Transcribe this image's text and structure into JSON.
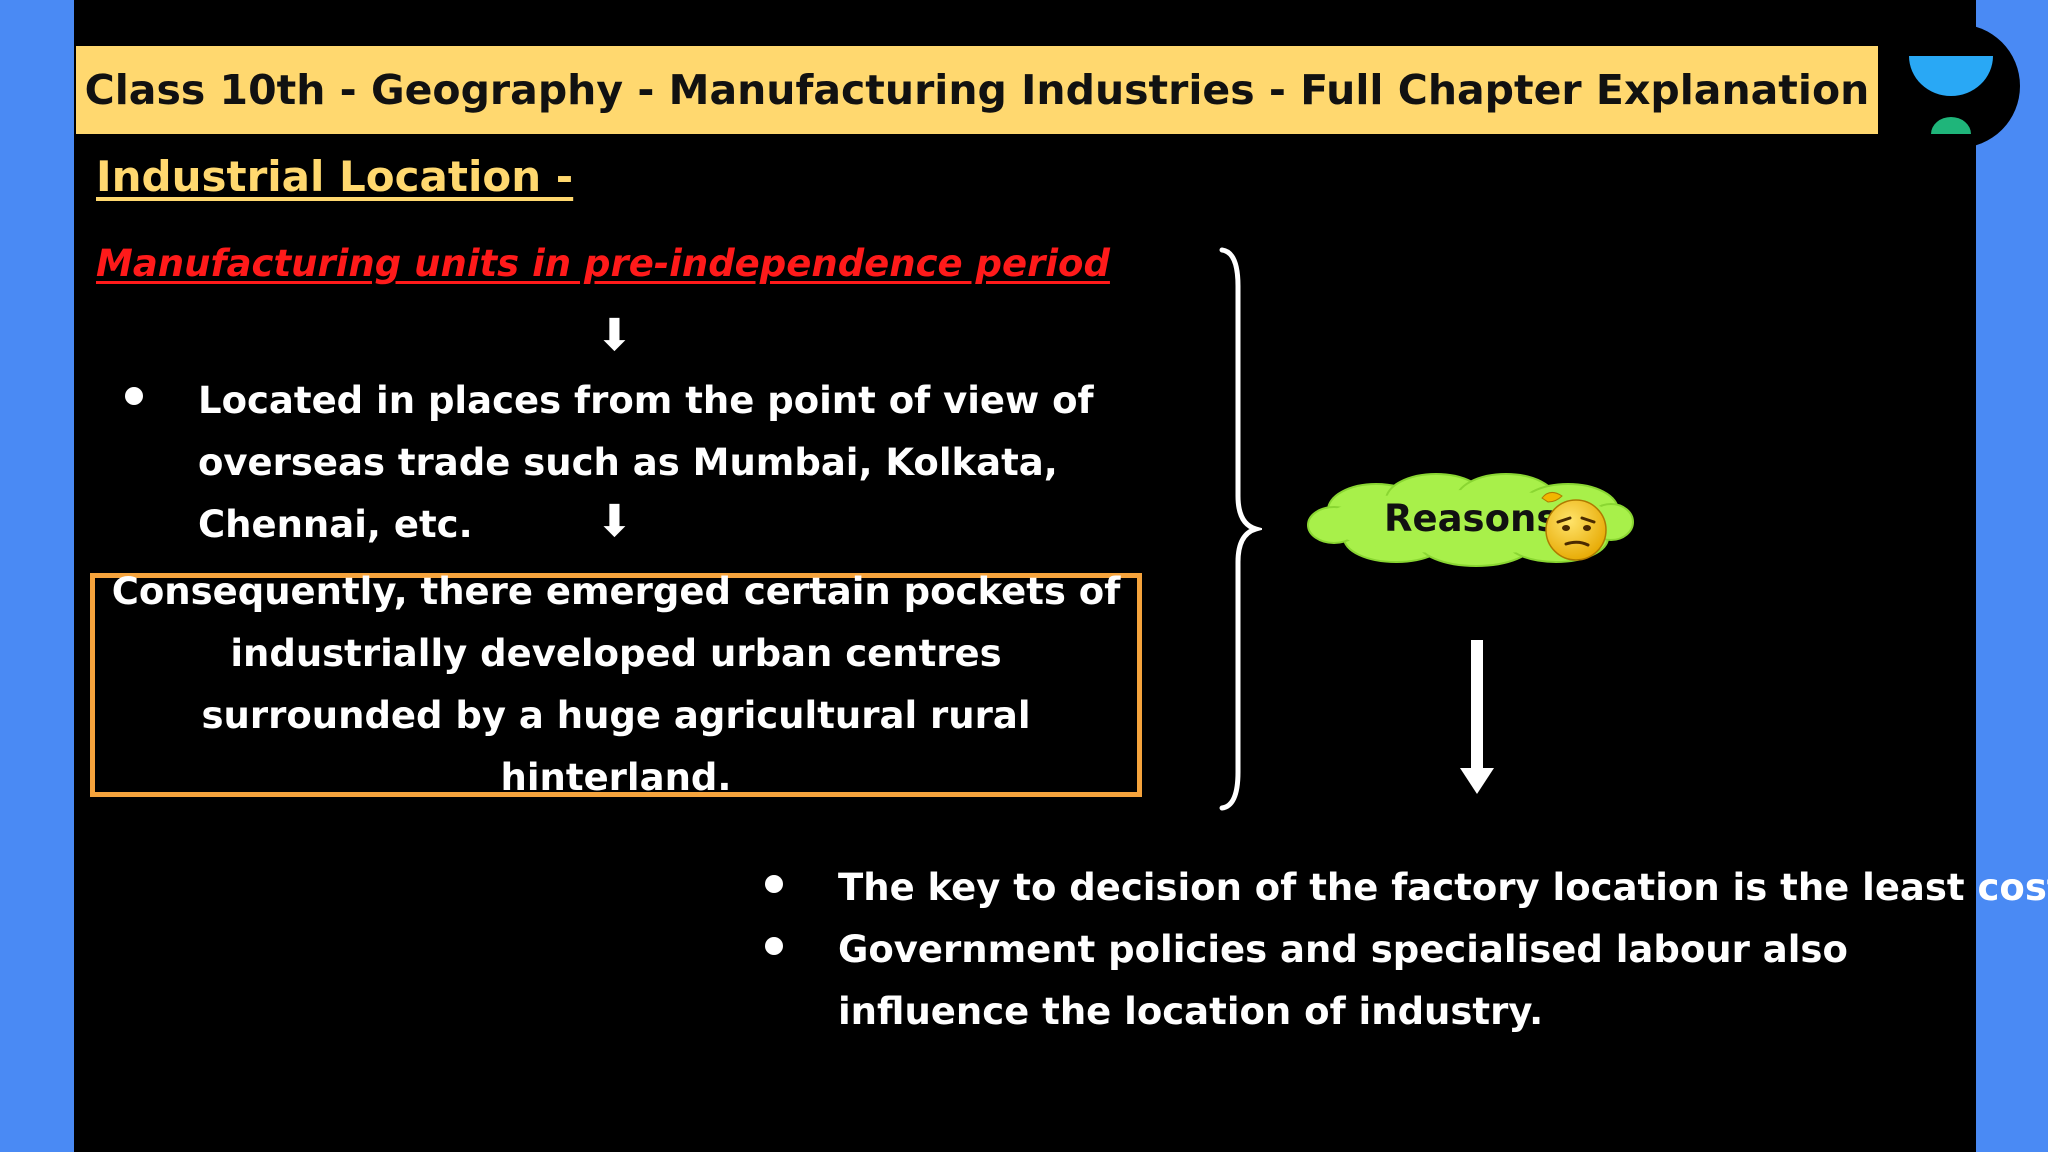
{
  "header": {
    "title": "Class 10th - Geography - Manufacturing Industries - Full Chapter Explanation"
  },
  "brand": {
    "logo_icon": "unacademy-logo-icon",
    "colors": {
      "banner": "#ffd86f",
      "heading": "#ffd86f",
      "subheading": "#ff1a1a",
      "box_border": "#f5a33c",
      "cloud": "#a8f04a",
      "side_panels": "#4a8af4"
    }
  },
  "content": {
    "section_heading": "Industrial Location -",
    "sub_heading": "Manufacturing units in pre-independence period",
    "left_bullet": "Located in places from the point of view of overseas trade such as Mumbai, Kolkata, Chennai, etc.",
    "consequence": "Consequently, there emerged certain pockets of industrially developed urban centres surrounded by a huge agricultural rural hinterland.",
    "reasons_label": "Reasons",
    "reasons_icon": "thinking-face-icon",
    "right_bullets": [
      "The key to decision of the factory location is the least cost.",
      "Government policies and specialised labour also influence the location of industry."
    ]
  }
}
